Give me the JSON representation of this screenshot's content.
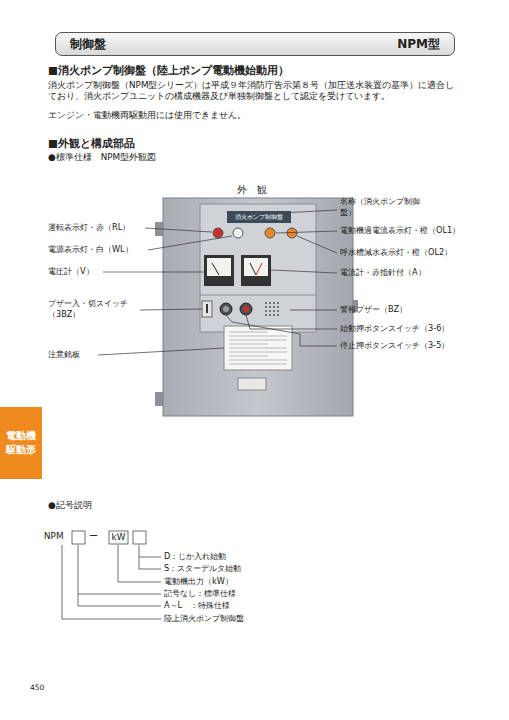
{
  "diagram": {
    "nodes": [
      {
        "text": [
          "制御盤",
          "NPM型"
        ]
      },
      {
        "text": [
          "消火ポンプ制御盤"
        ]
      },
      {
        "text": [
          "電動機 駆動形"
        ]
      }
    ],
    "edges": [],
    "labels": [
      "■消火ポンプ制御盤（陸上ポンプ電動機始動用）",
      "消火ポンプ制御盤（NPM型シリーズ）は平成９年消防庁告示第８号（加圧送水装置の基準）に適合しており、消火ポンプユニットの構成機器及び単独制御盤として認定を受けています。",
      "エンジン・電動機両駆動用には使用できません。",
      "■外観と構成部品",
      "●標準仕様　NPM型外観図",
      "外　観",
      "名称（消火ポンプ制御盤）",
      "運転表示灯・赤（RL）",
      "電動機過電流表示灯・橙（OL1）",
      "電源表示灯・白（WL）",
      "呼水槽減水表示灯・橙（OL2）",
      "電圧計（V）",
      "電流計・赤指針付（A）",
      "ブザー入・切スイッチ（3BZ）",
      "警報ブザー（BZ）",
      "始動押ボタンスイッチ（3-6）",
      "注意銘板",
      "停止押ボタンスイッチ（3-5）",
      "●記号説明",
      "NPM",
      "ー",
      "kW",
      "D：じか入れ始動",
      "S：スターデルタ始動",
      "電動機出力（kW）",
      "記号なし：標準仕様",
      "A～L　：特殊仕様",
      "陸上消火ポンプ制御盤",
      "450"
    ]
  }
}
